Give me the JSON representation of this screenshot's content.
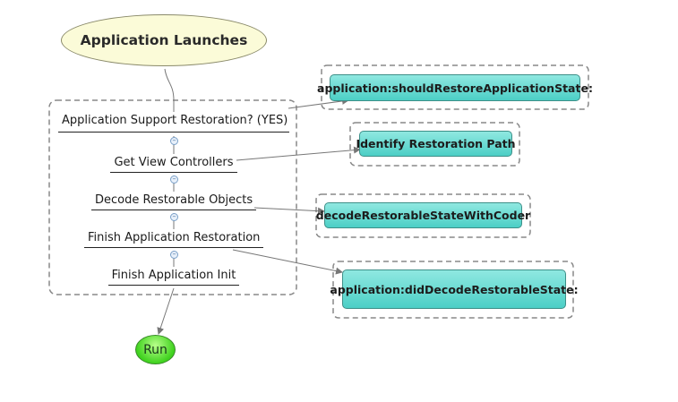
{
  "start_node": {
    "label": "Application Launches"
  },
  "steps": [
    {
      "label": "Application Support Restoration? (YES)"
    },
    {
      "label": "Get View Controllers"
    },
    {
      "label": "Decode Restorable Objects"
    },
    {
      "label": "Finish Application Restoration"
    },
    {
      "label": "Finish Application Init"
    }
  ],
  "api_calls": [
    {
      "label": "application:shouldRestoreApplicationState:"
    },
    {
      "label": "Identify Restoration Path"
    },
    {
      "label": "decodeRestorableStateWithCoder"
    },
    {
      "label": "application:didDecodeRestorableState:"
    }
  ],
  "end_node": {
    "label": "Run"
  },
  "colors": {
    "start_fill": "#fbfbd8",
    "api_fill": "#4ccfc6",
    "run_fill": "#3fd21e",
    "dashed_border": "#888888"
  }
}
